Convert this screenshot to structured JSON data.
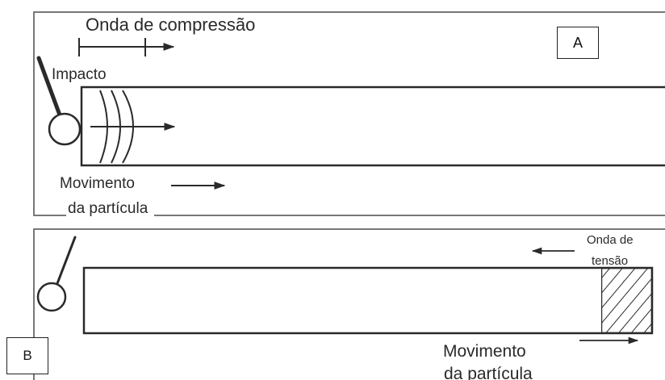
{
  "panel_a": {
    "label": "A",
    "compression_wave": "Onda de compressão",
    "impact": "Impacto",
    "particle_motion_line1": "Movimento",
    "particle_motion_line2": "da partícula"
  },
  "panel_b": {
    "label": "B",
    "tension_wave_line1": "Onda de",
    "tension_wave_line2": "tensão",
    "particle_motion_line1": "Movimento",
    "particle_motion_line2": "da partícula"
  },
  "colors": {
    "stroke": "#2a2a2a",
    "background": "#ffffff"
  }
}
